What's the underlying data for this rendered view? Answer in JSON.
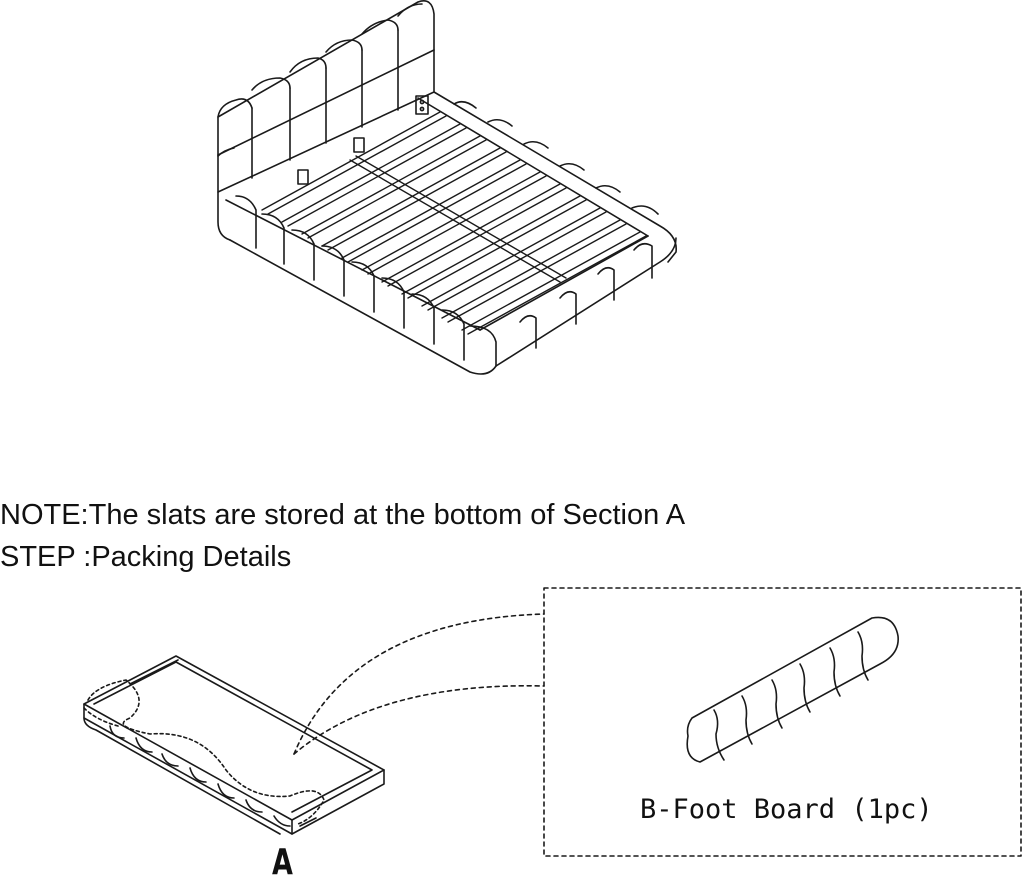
{
  "note_text": "NOTE:The slats are stored at the bottom of Section A",
  "step_text": "STEP :Packing Details",
  "part_label": "B-Foot Board (1pc)",
  "section_label": "A",
  "colors": {
    "line": "#1a1a1a",
    "background": "#ffffff"
  }
}
